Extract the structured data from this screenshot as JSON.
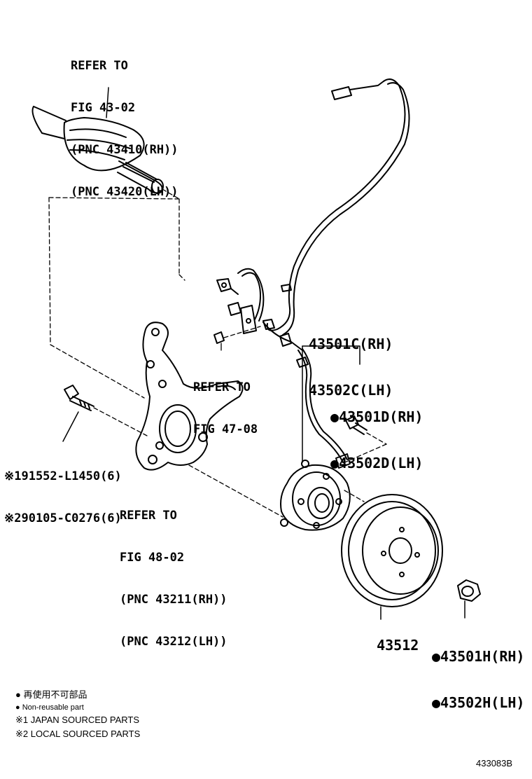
{
  "drive_shaft_ref": {
    "lines": [
      "REFER TO",
      "FIG 43-02",
      "(PNC 43410(RH))",
      "(PNC 43420(LH))"
    ]
  },
  "bracket_ref": {
    "lines": [
      "REFER TO",
      "FIG 47-08"
    ]
  },
  "knuckle_ref": {
    "lines": [
      "REFER TO",
      "FIG 48-02",
      "(PNC 43211(RH))",
      "(PNC 43212(LH))"
    ]
  },
  "hub_part": {
    "lines": [
      "43501C(RH)",
      "43502C(LH)"
    ]
  },
  "hub_bolt_part": {
    "lines": [
      "●43501D(RH)",
      "●43502D(LH)"
    ]
  },
  "knuckle_bolt_part": {
    "lines": [
      "※191552-L1450(6)",
      "※290105-C0276(6)"
    ]
  },
  "disc_part": {
    "label": "43512"
  },
  "nut_part": {
    "lines": [
      "●43501H(RH)",
      "●43502H(LH)"
    ]
  },
  "legend": {
    "items": [
      "● 再使用不可部品",
      "● Non-reusable part",
      "※1 JAPAN SOURCED PARTS",
      "※2 LOCAL SOURCED PARTS"
    ]
  },
  "figure_id": "433083B"
}
